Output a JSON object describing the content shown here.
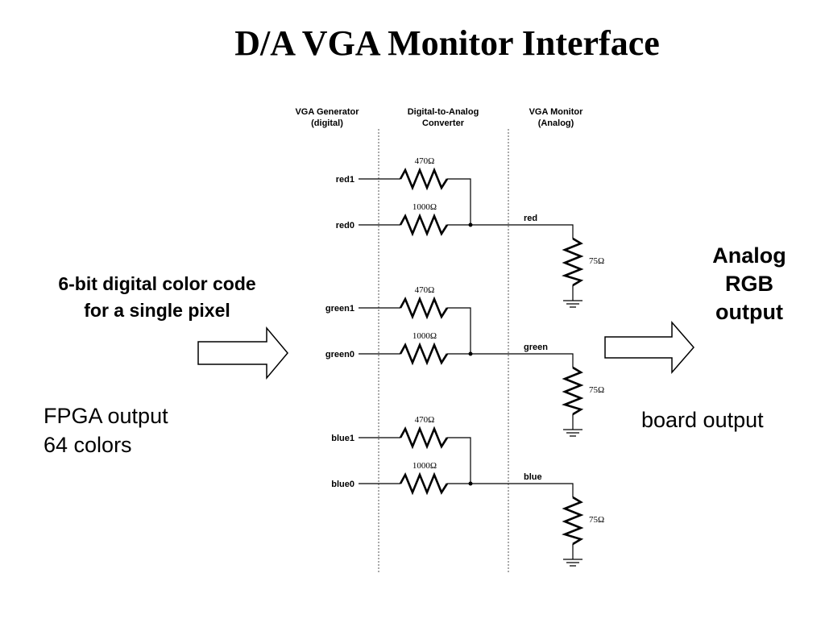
{
  "title": "D/A VGA Monitor Interface",
  "left_label": {
    "line1": "6-bit digital color code",
    "line2": "for a single pixel"
  },
  "fpga_note": {
    "line1": "FPGA output",
    "line2": "64 colors"
  },
  "right_label": {
    "line1": "Analog",
    "line2": "RGB",
    "line3": "output"
  },
  "board_note": "board output",
  "columns": [
    {
      "line1": "VGA Generator",
      "line2": "(digital)"
    },
    {
      "line1": "Digital-to-Analog",
      "line2": "Converter"
    },
    {
      "line1": "VGA Monitor",
      "line2": "(Analog)"
    }
  ],
  "channels": [
    {
      "name": "red",
      "bit1": "red1",
      "bit0": "red0",
      "r1": "470Ω",
      "r0": "1000Ω",
      "load": "75Ω"
    },
    {
      "name": "green",
      "bit1": "green1",
      "bit0": "green0",
      "r1": "470Ω",
      "r0": "1000Ω",
      "load": "75Ω"
    },
    {
      "name": "blue",
      "bit1": "blue1",
      "bit0": "blue0",
      "r1": "470Ω",
      "r0": "1000Ω",
      "load": "75Ω"
    }
  ]
}
